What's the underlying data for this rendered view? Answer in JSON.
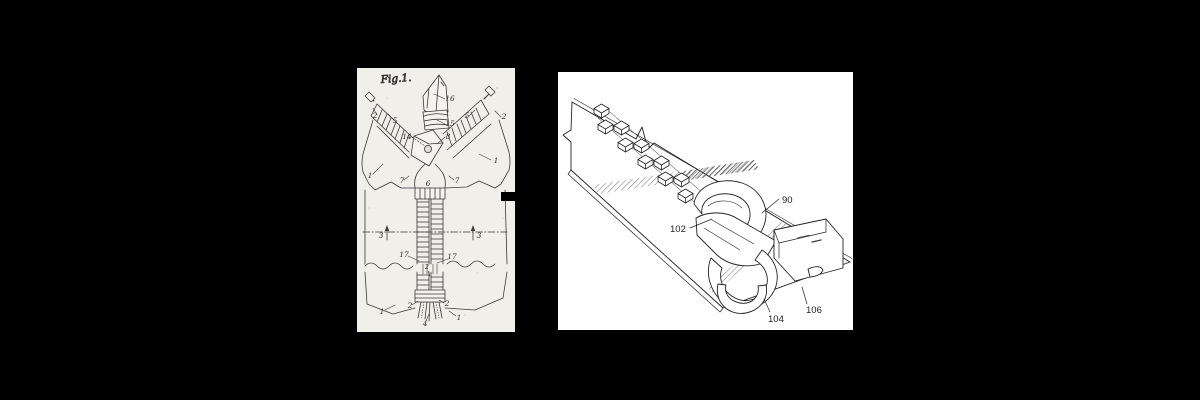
{
  "scene": {
    "colors": {
      "canvas_bg": "#000000",
      "left_panel_bg": "#f0efea",
      "right_panel_bg": "#ffffff",
      "ink": "#2f2f2f",
      "arrow": "#000000",
      "hatch_gray": "#8e8e8e"
    }
  },
  "left_figure": {
    "caption": "Fig.1.",
    "part_labels": [
      "2",
      "5",
      "16",
      "15",
      "14",
      "8",
      "5",
      "2",
      "1",
      "1",
      "7",
      "7",
      "6",
      "3",
      "3",
      "17",
      "17",
      "2",
      "1",
      "2",
      "2",
      "4",
      "1"
    ]
  },
  "arrow": {
    "direction": "right"
  },
  "right_figure": {
    "part_labels": [
      "90",
      "102",
      "104",
      "106"
    ]
  }
}
